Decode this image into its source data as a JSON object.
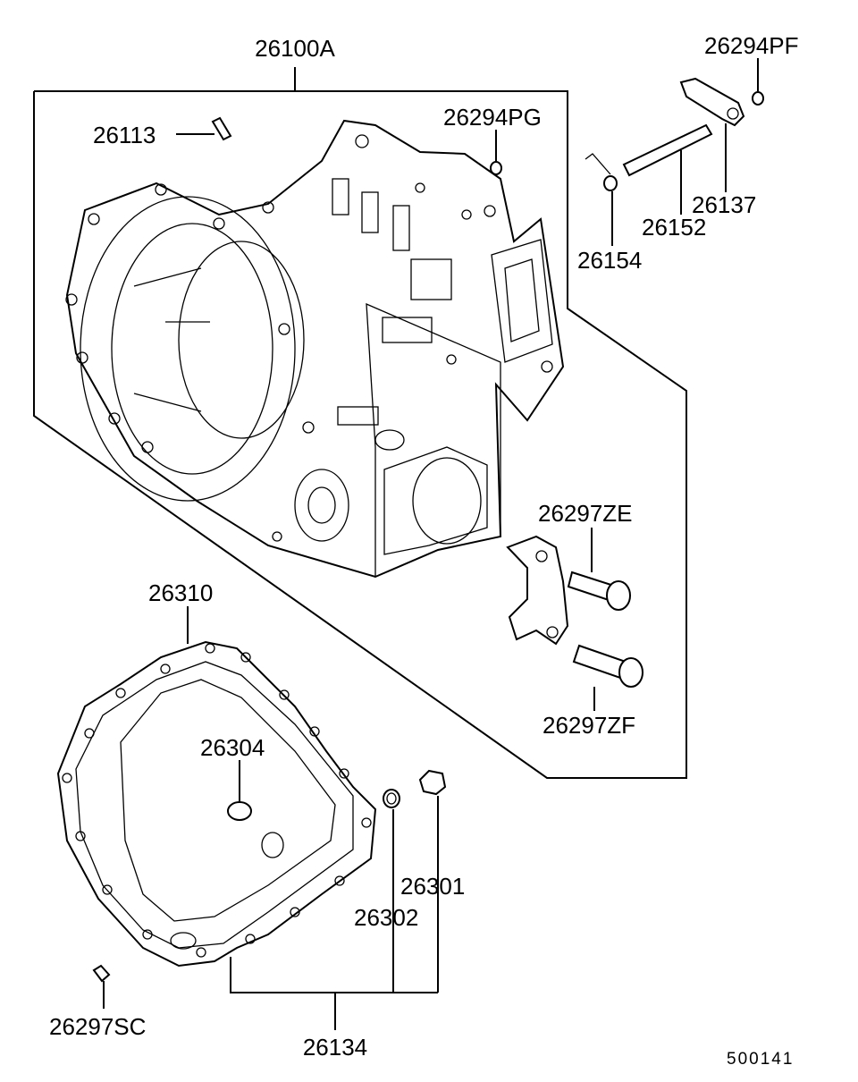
{
  "diagram": {
    "figure_id": "500141",
    "labels": {
      "assembly": "26100A",
      "pin": "26113",
      "plug_pg": "26294PG",
      "plug_pf": "26294PF",
      "spring": "26154",
      "shaft": "26152",
      "lever": "26137",
      "bolt_ze": "26297ZE",
      "bolt_zf": "26297ZF",
      "oil_pan": "26310",
      "magnet": "26304",
      "drain_plug": "26301",
      "gasket": "26302",
      "bolt_sc": "26297SC",
      "pan_kit": "26134"
    }
  }
}
